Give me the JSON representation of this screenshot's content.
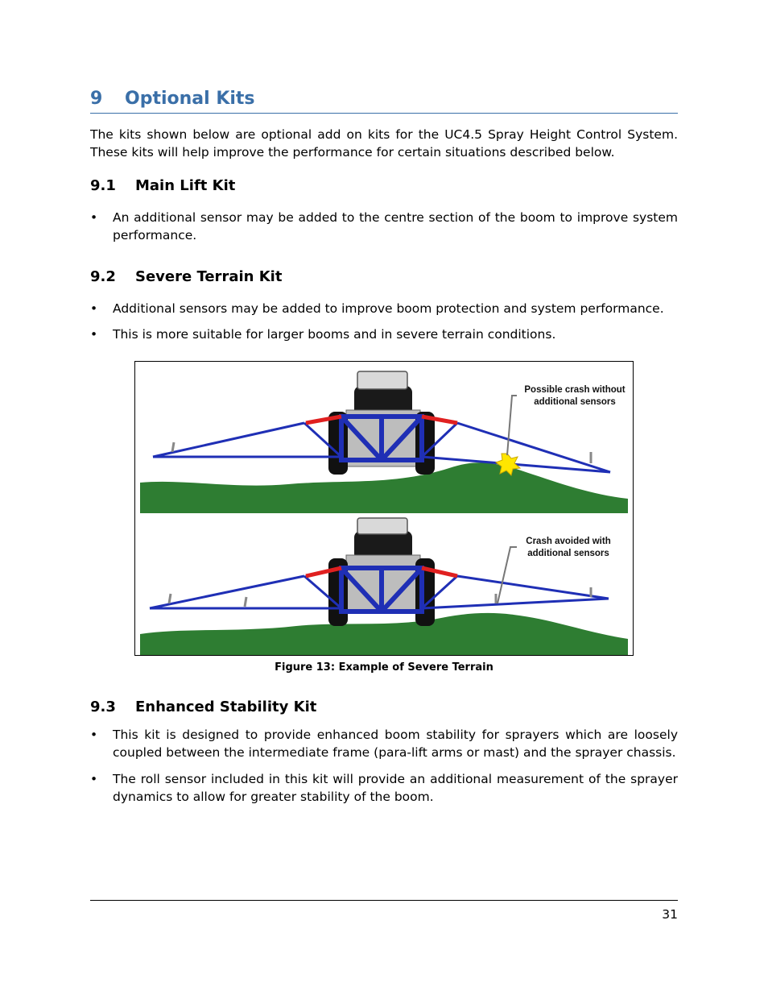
{
  "section": {
    "number": "9",
    "title": "Optional Kits"
  },
  "intro": "The kits shown below are optional add on kits for the UC4.5 Spray Height Control System. These kits will help improve the performance for certain situations described below.",
  "sub1": {
    "number": "9.1",
    "title": "Main Lift Kit",
    "bullets": [
      "An additional sensor may be added to the centre section of the boom to improve system performance."
    ]
  },
  "sub2": {
    "number": "9.2",
    "title": "Severe Terrain Kit",
    "bullets": [
      "Additional sensors may be added to improve boom protection and system performance.",
      "This is more suitable for larger booms and in severe terrain conditions."
    ]
  },
  "figure": {
    "callout_top": "Possible crash without additional sensors",
    "callout_bottom": "Crash avoided with additional sensors",
    "caption": "Figure 13:  Example of Severe Terrain",
    "colors": {
      "ground": "#2e7d32",
      "boom": "#1f2fb5",
      "joint": "#e02020",
      "crash": "#ffe600"
    }
  },
  "sub3": {
    "number": "9.3",
    "title": "Enhanced Stability Kit",
    "bullets": [
      "This kit is designed to provide enhanced boom stability for sprayers which are loosely coupled between the intermediate frame (para-lift arms or mast) and the sprayer chassis.",
      "The roll sensor included in this kit will provide an additional measurement of the sprayer dynamics to allow for greater stability of the boom."
    ]
  },
  "page_number": "31"
}
